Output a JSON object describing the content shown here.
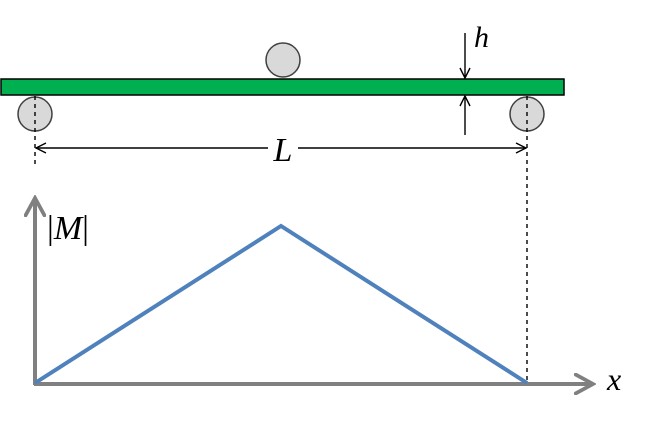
{
  "labels": {
    "thickness": "h",
    "span": "L",
    "moment_axis_left_bar": "|",
    "moment_axis_symbol": "M",
    "moment_axis_right_bar": "|",
    "x_axis": "x"
  },
  "chart_data": {
    "type": "line",
    "x": [
      0,
      0.5,
      1
    ],
    "series": [
      {
        "values": [
          0,
          1,
          0
        ]
      }
    ],
    "xlabel": "x",
    "ylabel": "|M|"
  },
  "colors": {
    "beam": "#00b050",
    "support": "#d9d9d9",
    "axis": "#808080",
    "moment_line": "#4f81bd",
    "ink": "#000000"
  }
}
